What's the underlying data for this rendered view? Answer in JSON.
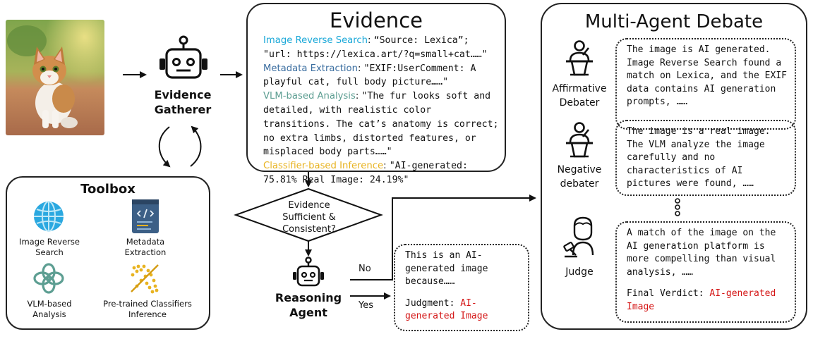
{
  "evidence_gatherer": {
    "label_line1": "Evidence",
    "label_line2": "Gatherer"
  },
  "evidence": {
    "title": "Evidence",
    "items": [
      {
        "source": "Image Reverse Search",
        "color": "#1aa8d8",
        "text": "“Source: Lexica”; \"url: https://lexica.art/?q=small+cat……\""
      },
      {
        "source": "Metadata Extraction",
        "color": "#3b6ea0",
        "text": "\"EXIF:UserComment: A playful cat, full body picture……\""
      },
      {
        "source": "VLM-based Analysis",
        "color": "#5d9e92",
        "text": "\"The fur looks soft and detailed, with realistic color transitions. The cat’s anatomy is correct; no extra limbs, distorted features, or misplaced body parts……\""
      },
      {
        "source": "Classifier-based Inference",
        "color": "#e8b320",
        "text": "\"AI-generated: 75.81% Real Image: 24.19%\""
      }
    ]
  },
  "toolbox": {
    "title": "Toolbox",
    "tools": [
      {
        "line1": "Image Reverse",
        "line2": "Search"
      },
      {
        "line1": "Metadata",
        "line2": "Extraction"
      },
      {
        "line1": "VLM-based",
        "line2": "Analysis"
      },
      {
        "line1": "Pre-trained Classifiers",
        "line2": "Inference"
      }
    ]
  },
  "decision": {
    "line1": "Evidence",
    "line2": "Sufficient &",
    "line3": "Consistent?"
  },
  "reasoning_agent": {
    "label_line1": "Reasoning",
    "label_line2": "Agent"
  },
  "edges": {
    "no": "No",
    "yes": "Yes"
  },
  "judgment_bubble": {
    "text": "This is an AI-generated image because……",
    "judgment_prefix": "Judgment:",
    "judgment_value": "AI-generated Image"
  },
  "debate": {
    "title": "Multi-Agent Debate",
    "affirmative": {
      "label_line1": "Affirmative",
      "label_line2": "Debater",
      "text": "The image is AI generated. Image Reverse Search found a match on Lexica, and the EXIF data contains AI generation prompts, ……"
    },
    "negative": {
      "label_line1": "Negative",
      "label_line2": "debater",
      "text": "The image is a real image. The VLM analyze the image carefully and no characteristics of AI pictures were found, ……"
    },
    "judge": {
      "label": "Judge",
      "text": "A match of the image on the AI generation platform is more compelling than visual analysis, ……",
      "verdict_prefix": "Final Verdict:",
      "verdict_value": "AI-generated Image"
    }
  },
  "colors": {
    "red": "#d41515",
    "globe": "#2aa8e0",
    "vlm": "#5d9e92",
    "classifier": "#e8b320"
  }
}
